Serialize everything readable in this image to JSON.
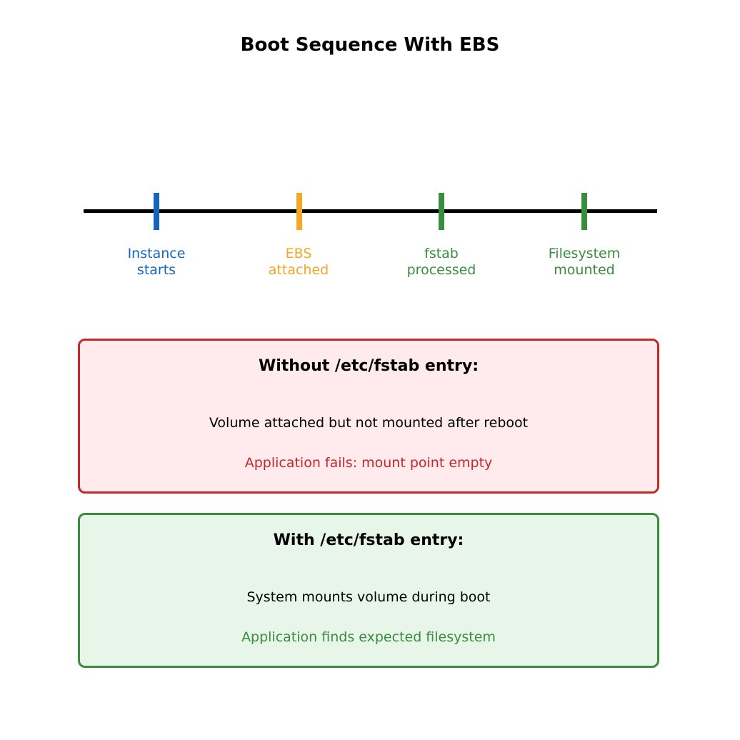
{
  "title": "Boot Sequence With EBS",
  "timeline": {
    "events": [
      {
        "line1": "Instance",
        "line2": "starts",
        "color": "#1565c0"
      },
      {
        "line1": "EBS",
        "line2": "attached",
        "color": "#f5a623"
      },
      {
        "line1": "fstab",
        "line2": "processed",
        "color": "#388e3c"
      },
      {
        "line1": "Filesystem",
        "line2": "mounted",
        "color": "#388e3c"
      }
    ]
  },
  "boxes": [
    {
      "heading": "Without /etc/fstab entry:",
      "line1": "Volume attached but not mounted after reboot",
      "line2": "Application fails: mount point empty",
      "border_color": "#c62828",
      "fill_color": "#ffebee",
      "accent_color": "#c62828"
    },
    {
      "heading": "With /etc/fstab entry:",
      "line1": "System mounts volume during boot",
      "line2": "Application finds expected filesystem",
      "border_color": "#388e3c",
      "fill_color": "#e8f5e9",
      "accent_color": "#388e3c"
    }
  ]
}
